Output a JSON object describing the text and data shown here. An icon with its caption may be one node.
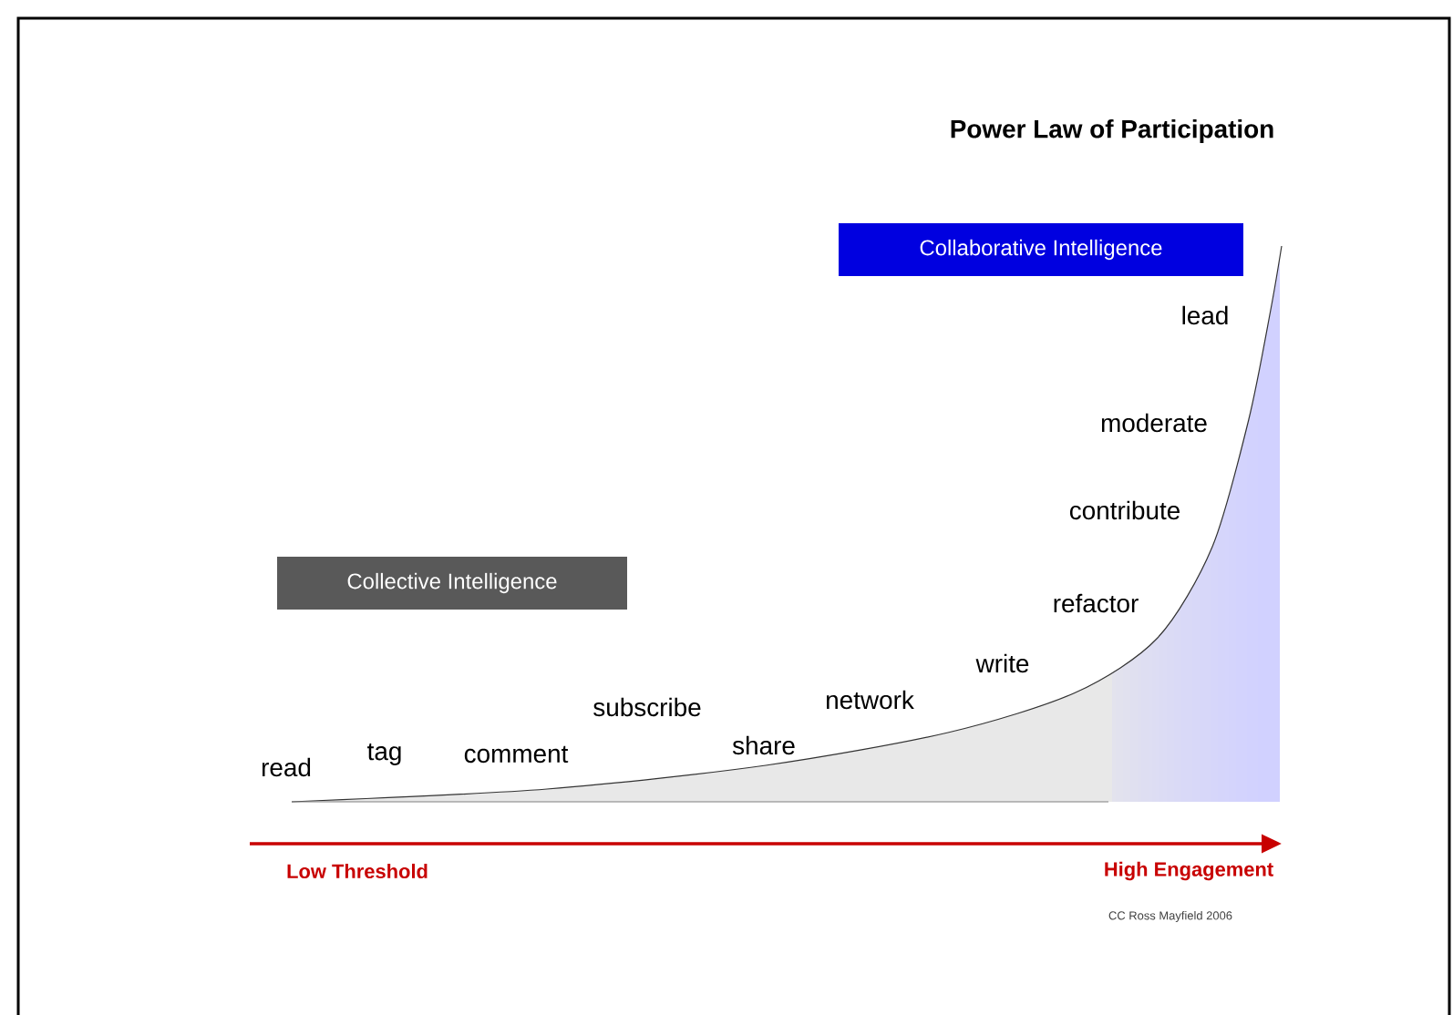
{
  "diagram": {
    "title": "Power Law of Participation",
    "nodes": [
      {
        "text": [
          "Collaborative Intelligence"
        ]
      },
      {
        "text": [
          "Collective Intelligence"
        ]
      }
    ],
    "labels": [
      "lead",
      "moderate",
      "contribute",
      "refactor",
      "write",
      "network",
      "subscribe",
      "share",
      "read",
      "tag",
      "comment",
      "Low Threshold",
      "High Engagement",
      "CC Ross Mayfield 2006"
    ]
  }
}
